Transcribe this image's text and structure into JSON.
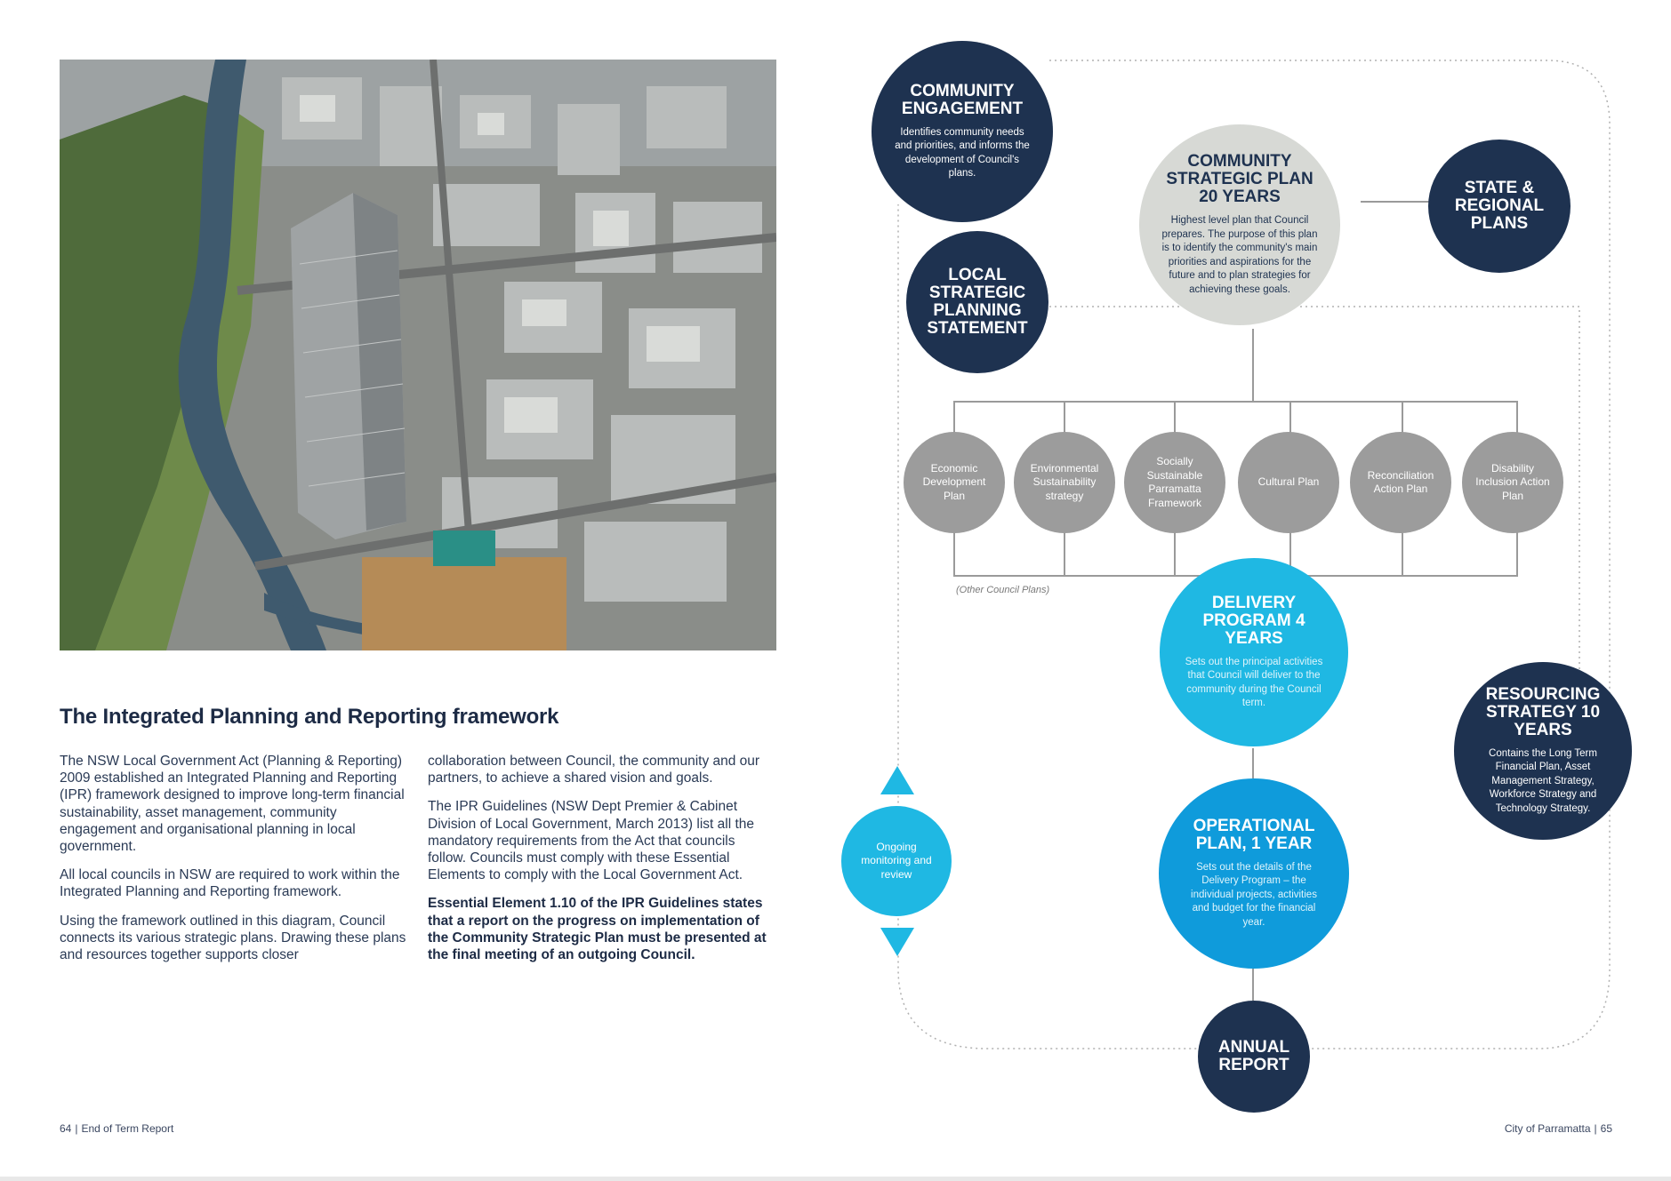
{
  "article": {
    "heading": "The Integrated Planning and Reporting framework",
    "col1": [
      "The NSW Local Government Act (Planning & Reporting) 2009 established an Integrated Planning and Reporting (IPR) framework designed to improve long-term financial sustainability, asset management, community engagement and organisational planning in local government.",
      "All local councils in NSW are required to work within the Integrated Planning and Reporting framework.",
      "Using the framework outlined in this diagram, Council connects its various strategic plans. Drawing these plans and resources together supports closer"
    ],
    "col2": [
      "collaboration between Council, the community and our partners, to achieve a shared vision and goals.",
      "The IPR Guidelines (NSW Dept Premier & Cabinet Division of Local Government, March 2013) list all the mandatory requirements from the Act that councils follow. Councils must comply with these Essential Elements to comply with the Local Government Act."
    ],
    "col2_bold": "Essential Element 1.10 of the IPR Guidelines states that a report on the progress on implementation of the Community Strategic Plan must be presented at the final meeting of an outgoing Council."
  },
  "diagram": {
    "community_engagement": {
      "title": "COMMUNITY ENGAGEMENT",
      "desc": "Identifies community needs and priorities, and informs the development of Council's plans."
    },
    "local_strategic": {
      "title": "LOCAL STRATEGIC PLANNING STATEMENT"
    },
    "csp": {
      "title": "COMMUNITY STRATEGIC PLAN 20 YEARS",
      "desc": "Highest level plan that Council prepares. The purpose of this plan is to identify the community's main priorities and aspirations for the future and to plan strategies for achieving these goals."
    },
    "state_regional": {
      "title": "STATE & REGIONAL PLANS"
    },
    "other_plans": [
      "Economic Development Plan",
      "Environmental Sustainability strategy",
      "Socially Sustainable Parramatta Framework",
      "Cultural Plan",
      "Reconciliation Action Plan",
      "Disability Inclusion Action Plan"
    ],
    "other_plans_label": "(Other Council Plans)",
    "delivery": {
      "title": "DELIVERY PROGRAM 4 YEARS",
      "desc": "Sets out the principal activities that Council will deliver to the community during the Council term."
    },
    "resourcing": {
      "title": "RESOURCING STRATEGY 10 YEARS",
      "desc": "Contains the Long Term Financial Plan, Asset Management Strategy, Workforce Strategy and Technology Strategy."
    },
    "monitoring": "Ongoing monitoring and review",
    "operational": {
      "title": "OPERATIONAL PLAN, 1 YEAR",
      "desc": "Sets out the details of the Delivery Program – the individual projects, activities and budget for the financial year."
    },
    "annual": {
      "title": "ANNUAL REPORT"
    },
    "colors": {
      "navy": "#1e3250",
      "grey": "#d7d9d5",
      "mid_grey": "#9c9c9c",
      "cyan": "#1fb8e3",
      "blue": "#0f9bdb"
    }
  },
  "footer": {
    "left_page": "64",
    "left_title": "End of Term Report",
    "right_title": "City of Parramatta",
    "right_page": "65"
  }
}
